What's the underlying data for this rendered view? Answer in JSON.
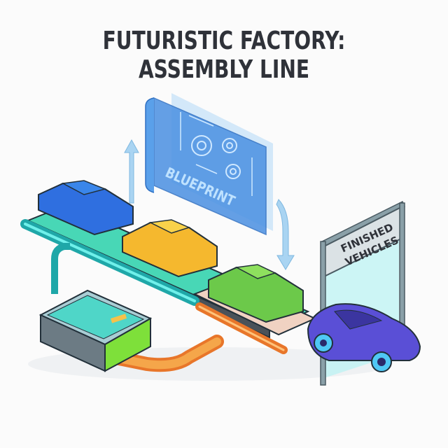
{
  "title": "FUTURISTIC FACTORY: ASSEMBLY LINE",
  "blueprint": {
    "label": "BLUEPRINT",
    "color": "#4a90e2"
  },
  "sign": {
    "line1": "FINISHED",
    "line2": "VEHICLES"
  },
  "flow_arrows": [
    "up-arrow",
    "down-arrow"
  ],
  "stations": [
    {
      "name": "control-console",
      "color": "#7ee03a"
    },
    {
      "name": "conveyor-belt-teal",
      "color": "#3fd6b8"
    },
    {
      "name": "conveyor-belt-orange",
      "color": "#f08a2a"
    }
  ],
  "vehicles": [
    {
      "stage": "frame",
      "color": "#2f6fe0"
    },
    {
      "stage": "frame",
      "color": "#f5b82e"
    },
    {
      "stage": "frame",
      "color": "#6cc94a"
    },
    {
      "stage": "finished",
      "color": "#5a4fd6"
    }
  ]
}
